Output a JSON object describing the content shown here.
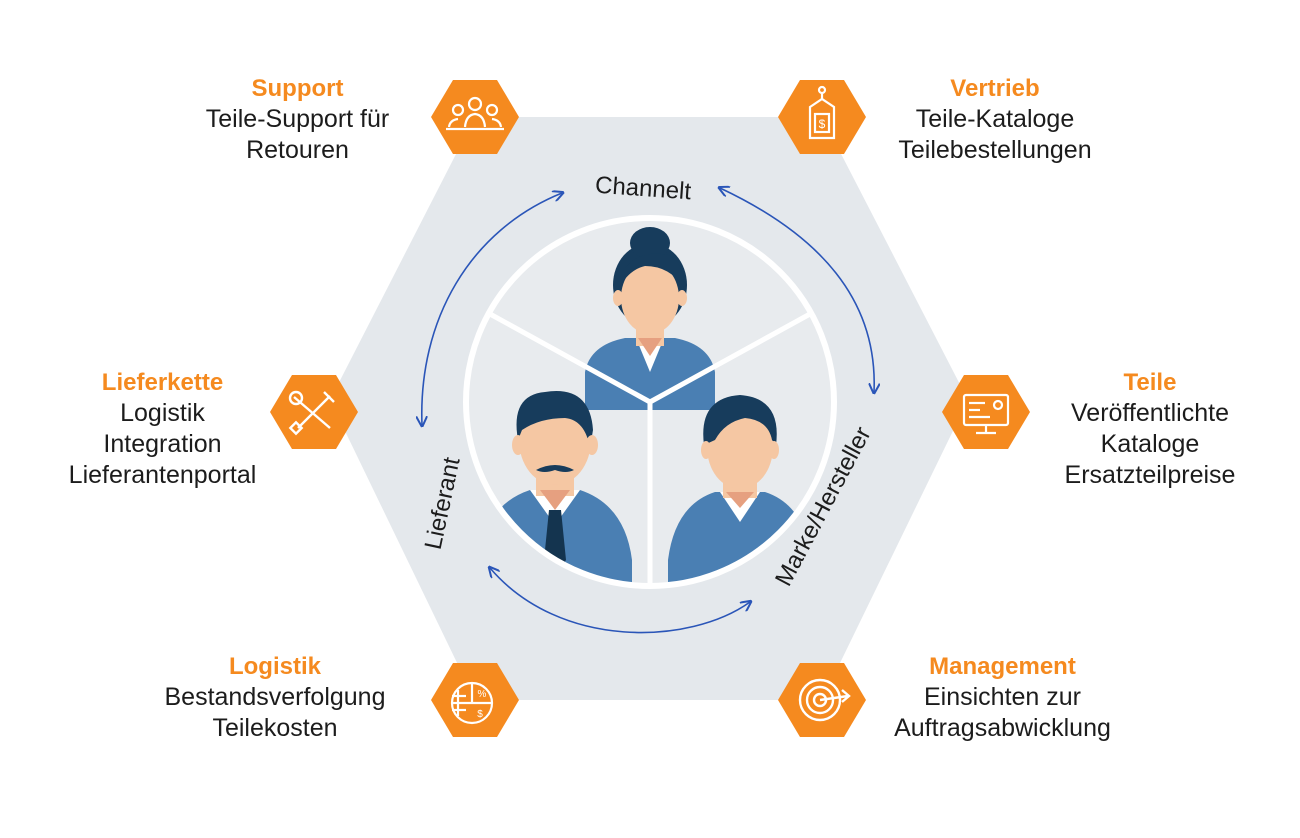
{
  "colors": {
    "accent": "#f58a1f",
    "background_hex": "#e4e8ec",
    "arrow": "#2a55b8",
    "shirt": "#4a7fb3",
    "hair": "#173c5c",
    "skin": "#f5c7a3",
    "circle_fill": "#e8ebee"
  },
  "roles": {
    "top": "Channelt",
    "left": "Lieferant",
    "right": "Marke/Hersteller"
  },
  "items": {
    "support": {
      "title": "Support",
      "lines": [
        "Teile-Support für",
        "Retouren"
      ],
      "icon": "team-icon"
    },
    "vertrieb": {
      "title": "Vertrieb",
      "lines": [
        "Teile-Kataloge",
        "Teilebestellungen"
      ],
      "icon": "price-tag-icon"
    },
    "lieferkette": {
      "title": "Lieferkette",
      "lines": [
        "Logistik",
        "Integration",
        "Lieferantenportal"
      ],
      "icon": "tools-icon"
    },
    "teile": {
      "title": "Teile",
      "lines": [
        "Veröffentlichte",
        "Kataloge",
        "Ersatzteilpreise"
      ],
      "icon": "monitor-settings-icon"
    },
    "logistik": {
      "title": "Logistik",
      "lines": [
        "Bestandsverfolgung",
        "Teilekosten"
      ],
      "icon": "pie-chart-icon"
    },
    "management": {
      "title": "Management",
      "lines": [
        "Einsichten zur",
        "Auftragsabwicklung"
      ],
      "icon": "target-icon"
    }
  }
}
